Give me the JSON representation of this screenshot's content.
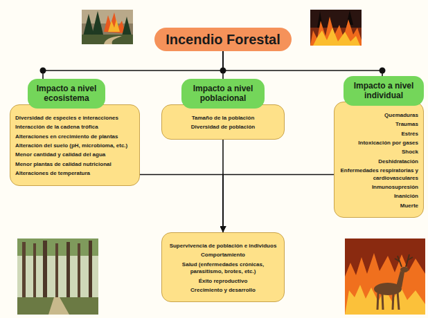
{
  "diagram": {
    "nodes": [
      {
        "text": [
          "Incendio Forestal"
        ]
      },
      {
        "text": [
          "Impacto a nivel ecosistema"
        ]
      },
      {
        "text": [
          "Impacto a nivel poblacional"
        ]
      },
      {
        "text": [
          "Impacto a nivel individual"
        ]
      },
      {
        "text": [
          "Diversidad de especies e interacciones",
          "Interacción de la cadena trófica",
          "Alteraciones en crecimiento de plantas",
          "Alteración del suelo (pH, microbioma, etc.)",
          "Menor cantidad y calidad del agua",
          "Menor plantas de calidad nutricional",
          "Alteraciones de temperatura"
        ]
      },
      {
        "text": [
          "Tamaño de la población",
          "Diversidad de población"
        ]
      },
      {
        "text": [
          "Quemaduras",
          "Traumas",
          "Estrés",
          "Intoxicación por gases",
          "Shock",
          "Deshidratación",
          "Enfermedades respiratorias y cardiovasculares",
          "Inmunosupresión",
          "Inanición",
          "Muerte"
        ]
      },
      {
        "text": [
          "Supervivencia de población e individuos",
          "Comportamiento",
          "Salud (enfermedades crónicas, parasitismo, brotes, etc.)",
          "Éxito reproductivo",
          "Crecimiento y desarrollo"
        ]
      }
    ],
    "edges": [
      {
        "from": 0,
        "to": 1,
        "arrow": "none"
      },
      {
        "from": 0,
        "to": 2,
        "arrow": "none"
      },
      {
        "from": 0,
        "to": 3,
        "arrow": "none"
      },
      {
        "from": 4,
        "to": 7,
        "arrow": "to"
      },
      {
        "from": 5,
        "to": 7,
        "arrow": "to"
      },
      {
        "from": 6,
        "to": 7,
        "arrow": "to"
      }
    ]
  }
}
